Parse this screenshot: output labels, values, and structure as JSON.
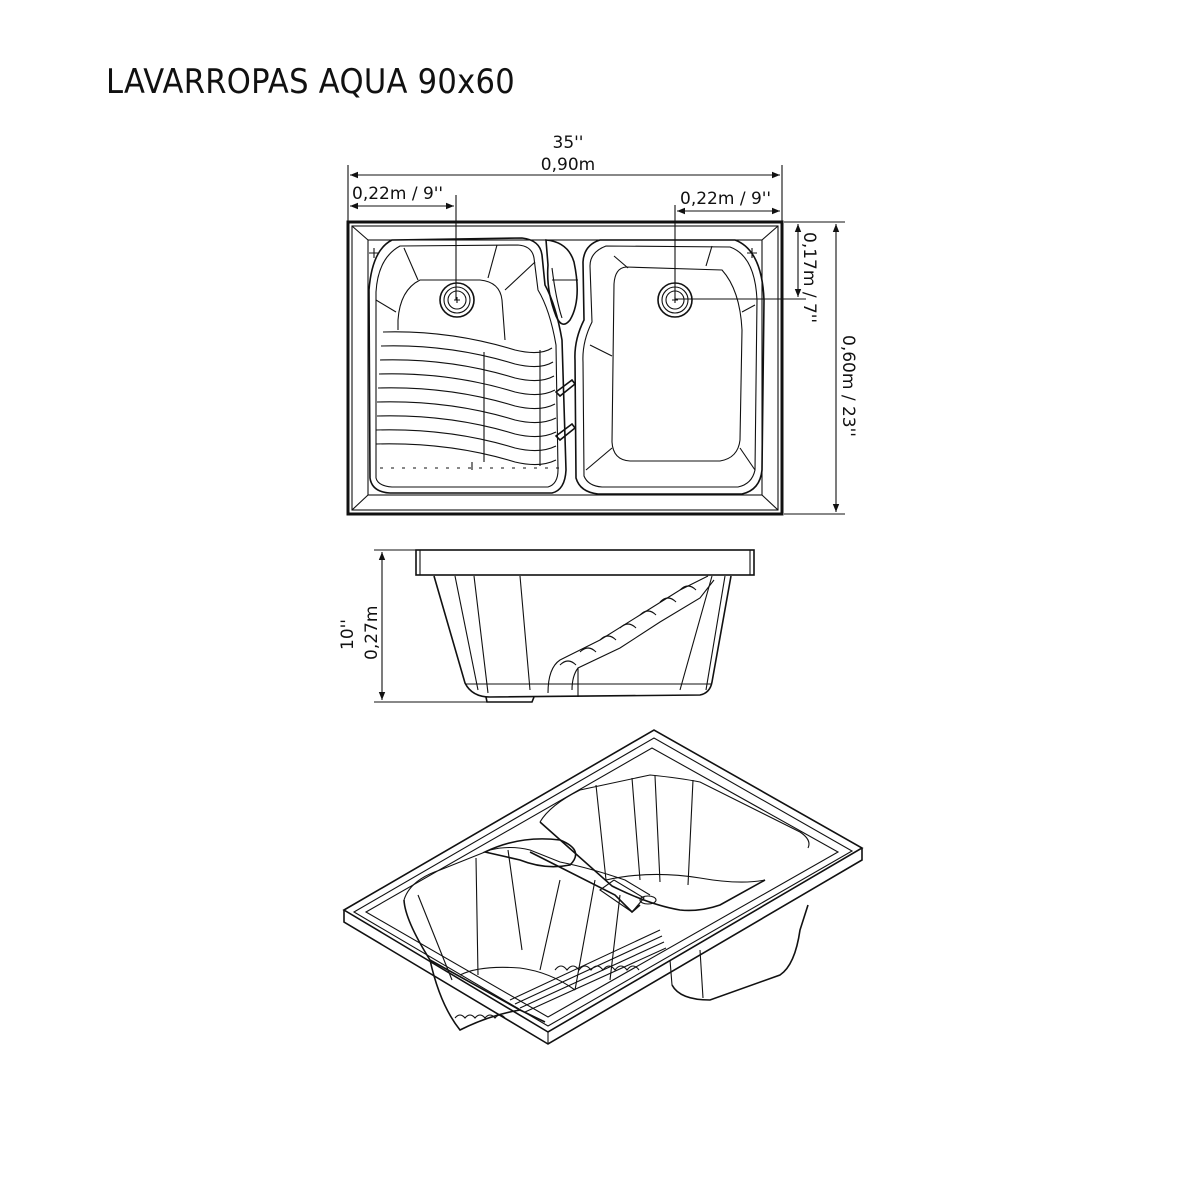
{
  "title": "LAVARROPAS AQUA 90x60",
  "colors": {
    "line": "#111111",
    "background": "#ffffff"
  },
  "dimensions": {
    "overall_width": {
      "imperial": "35''",
      "metric": "0,90m"
    },
    "left_drain_offset": "0,22m / 9''",
    "right_drain_offset": "0,22m / 9''",
    "drain_depth_offset": "0,17m / 7''",
    "overall_depth": "0,60m / 23''",
    "height": {
      "imperial": "10''",
      "metric": "0,27m"
    }
  },
  "views": [
    {
      "name": "top-view"
    },
    {
      "name": "side-view"
    },
    {
      "name": "isometric-view"
    }
  ]
}
